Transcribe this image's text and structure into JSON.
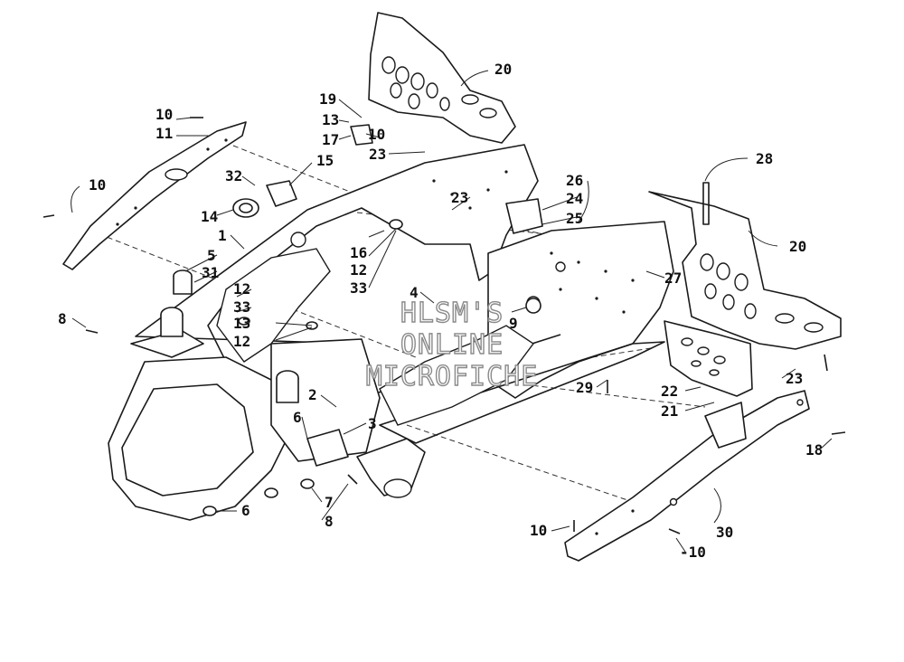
{
  "callouts": [
    {
      "id": "c20a",
      "text": "20"
    },
    {
      "id": "c19",
      "text": "19"
    },
    {
      "id": "c13a",
      "text": "13"
    },
    {
      "id": "c17",
      "text": "17"
    },
    {
      "id": "c10a",
      "text": "10"
    },
    {
      "id": "c23a",
      "text": "23"
    },
    {
      "id": "c10b",
      "text": "10"
    },
    {
      "id": "c11",
      "text": "11"
    },
    {
      "id": "c15",
      "text": "15"
    },
    {
      "id": "c32",
      "text": "32"
    },
    {
      "id": "c10c",
      "text": "10"
    },
    {
      "id": "c14",
      "text": "14"
    },
    {
      "id": "c1",
      "text": "1"
    },
    {
      "id": "c5",
      "text": "5"
    },
    {
      "id": "c31",
      "text": "31"
    },
    {
      "id": "c23b",
      "text": "23"
    },
    {
      "id": "c26",
      "text": "26"
    },
    {
      "id": "c24",
      "text": "24"
    },
    {
      "id": "c25",
      "text": "25"
    },
    {
      "id": "c28",
      "text": "28"
    },
    {
      "id": "c20b",
      "text": "20"
    },
    {
      "id": "c16",
      "text": "16"
    },
    {
      "id": "c12a",
      "text": "12"
    },
    {
      "id": "c33a",
      "text": "33"
    },
    {
      "id": "c27",
      "text": "27"
    },
    {
      "id": "c12b",
      "text": "12"
    },
    {
      "id": "c33b",
      "text": "33"
    },
    {
      "id": "c4",
      "text": "4"
    },
    {
      "id": "c8a",
      "text": "8"
    },
    {
      "id": "c13b",
      "text": "13"
    },
    {
      "id": "c12c",
      "text": "12"
    },
    {
      "id": "c9",
      "text": "9"
    },
    {
      "id": "c23c",
      "text": "23"
    },
    {
      "id": "c2",
      "text": "2"
    },
    {
      "id": "c29",
      "text": "29"
    },
    {
      "id": "c22",
      "text": "22"
    },
    {
      "id": "c21",
      "text": "21"
    },
    {
      "id": "c6a",
      "text": "6"
    },
    {
      "id": "c3",
      "text": "3"
    },
    {
      "id": "c18",
      "text": "18"
    },
    {
      "id": "c6b",
      "text": "6"
    },
    {
      "id": "c7",
      "text": "7"
    },
    {
      "id": "c8b",
      "text": "8"
    },
    {
      "id": "c10d",
      "text": "10"
    },
    {
      "id": "c30",
      "text": "30"
    },
    {
      "id": "c10e",
      "text": "-10"
    }
  ],
  "watermark": {
    "line1": "HLSM'S",
    "line2": "ONLINE",
    "line3": "MICROFICHE"
  }
}
